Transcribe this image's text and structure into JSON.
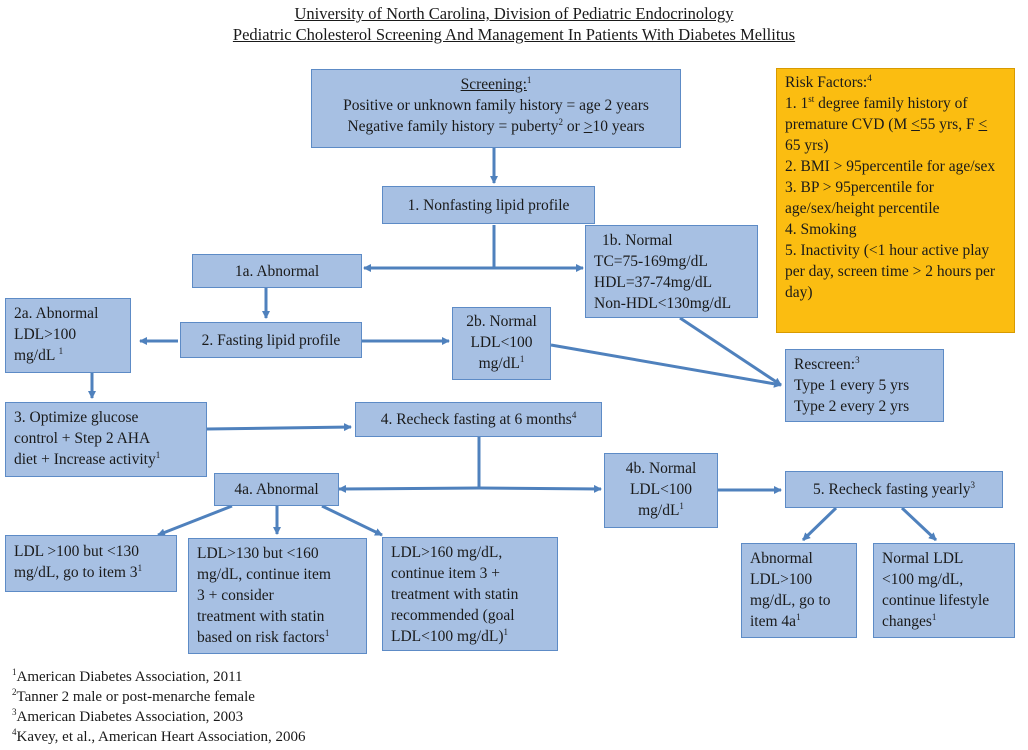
{
  "header": {
    "line1": "University of North Carolina, Division of Pediatric Endocrinology",
    "line2": "Pediatric Cholesterol Screening And Management In Patients With Diabetes Mellitus"
  },
  "screening": {
    "title": "Screening:",
    "title_sup": "1",
    "line1": "Positive or unknown family history = age 2 years",
    "line2_a": "Negative family history = puberty",
    "line2_sup": "2",
    "line2_b": " or ",
    "line2_c": ">",
    "line2_d": "10 years"
  },
  "risk": {
    "title": "Risk Factors:",
    "title_sup": "4",
    "item1_a": "1. 1",
    "item1_sup": "st",
    "item1_b": " degree family history of premature CVD (M ",
    "item1_c": "<",
    "item1_d": "55 yrs, F ",
    "item1_e": "<",
    "item1_f": " 65 yrs)",
    "item2": "2. BMI > 95percentile for age/sex",
    "item3": "3. BP > 95percentile for age/sex/height percentile",
    "item4": "4. Smoking",
    "item5": "5. Inactivity (<1 hour active play per day, screen time > 2 hours per day)"
  },
  "n1": "1. Nonfasting lipid profile",
  "n1a": "1a. Abnormal",
  "n1b": {
    "line1": "1b. Normal",
    "line2": "TC=75-169mg/dL",
    "line3": "HDL=37-74mg/dL",
    "line4": "Non-HDL<130mg/dL"
  },
  "n2": "2. Fasting lipid profile",
  "n2a": {
    "line1": "2a. Abnormal",
    "line2": "LDL>100",
    "line3": "mg/dL ",
    "line3_sup": "1"
  },
  "n2b": {
    "line1": "2b. Normal",
    "line2": "LDL<100",
    "line3": "mg/dL",
    "line3_sup": "1"
  },
  "rescreen": {
    "line1": "Rescreen:",
    "line1_sup": "3",
    "line2": "Type 1 every 5 yrs",
    "line3": "Type 2 every 2 yrs"
  },
  "n3": {
    "line1": "3. Optimize glucose",
    "line2": "control + Step 2 AHA",
    "line3": "diet + Increase activity",
    "line3_sup": "1"
  },
  "n4": {
    "text": "4. Recheck fasting at 6 months",
    "sup": "4"
  },
  "n4a": "4a. Abnormal",
  "n4b": {
    "line1": "4b. Normal",
    "line2": "LDL<100",
    "line3": "mg/dL",
    "line3_sup": "1"
  },
  "n5": {
    "text": "5. Recheck fasting yearly",
    "sup": "3"
  },
  "o1": {
    "line1": "LDL >100 but <130",
    "line2": "mg/dL, go to item 3",
    "line2_sup": "1"
  },
  "o2": {
    "line1": "LDL>130 but <160",
    "line2": "mg/dL, continue item",
    "line3": "3 + consider",
    "line4": "treatment with statin",
    "line5": "based on risk factors",
    "line5_sup": "1"
  },
  "o3": {
    "line1": "LDL>160 mg/dL,",
    "line2": "continue item 3 +",
    "line3": "treatment with statin",
    "line4": "recommended (goal",
    "line5": "LDL<100 mg/dL)",
    "line5_sup": "1"
  },
  "o4": {
    "line1": "Abnormal",
    "line2": "LDL>100",
    "line3": "mg/dL, go to",
    "line4": "item 4a",
    "line4_sup": "1"
  },
  "o5": {
    "line1": "Normal LDL",
    "line2": "<100 mg/dL,",
    "line3": "continue lifestyle",
    "line4": "changes",
    "line4_sup": "1"
  },
  "footnotes": [
    {
      "sup": "1",
      "text": "American Diabetes Association, 2011"
    },
    {
      "sup": "2",
      "text": "Tanner 2 male or post-menarche female"
    },
    {
      "sup": "3",
      "text": "American Diabetes Association, 2003"
    },
    {
      "sup": "4",
      "text": "Kavey, et al., American Heart Association, 2006"
    }
  ],
  "colors": {
    "box_fill": "#a7c0e3",
    "box_border": "#5d8bc6",
    "risk_fill": "#fbbd11",
    "arrow": "#4f81bd"
  }
}
